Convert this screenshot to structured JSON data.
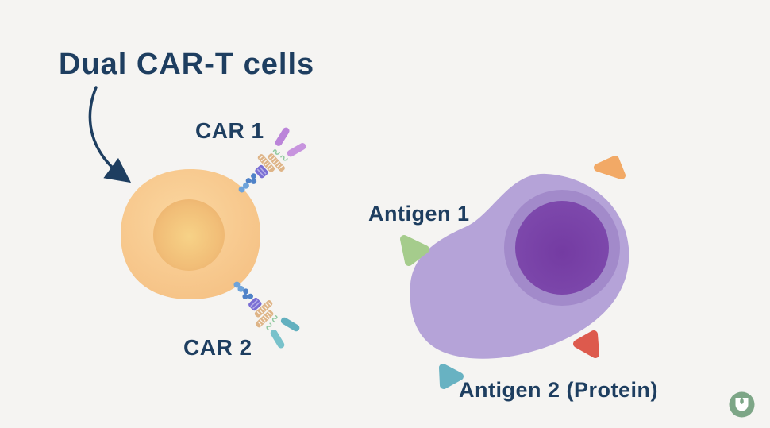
{
  "title": "Dual CAR-T cells",
  "labels": {
    "car1": "CAR 1",
    "car2": "CAR 2",
    "antigen1": "Antigen 1",
    "antigen2": "Antigen 2 (Protein)"
  },
  "icons": {
    "brand_logo": "drop-in-u-logo-icon",
    "pointer_arrow": "curved-arrow-icon"
  },
  "colors": {
    "background": "#f5f4f2",
    "text_navy": "#1e3e60",
    "t_cell_body": "#f7c88d",
    "t_cell_nucleus": "#eeb673",
    "tumor_cell_body": "#b5a3d8",
    "tumor_cell_ring": "#a28aca",
    "tumor_cell_nucleus": "#7a43a8",
    "antigen1_green": "#a5cc8c",
    "antigen2_teal": "#68b2c2",
    "antigen_orange": "#f2a966",
    "antigen_red": "#dd5a4d",
    "car_bead_blue": "#6ea3da",
    "car_twist_blue": "#4f82c8",
    "car_block_indigo": "#7a6ed4",
    "car_membrane_tan": "#deb487",
    "car_linker_green": "#8fc89e",
    "car1_scfv_purple": "#bb84d9",
    "car2_scfv_teal": "#63b0bf",
    "logo_green": "#7da687"
  }
}
